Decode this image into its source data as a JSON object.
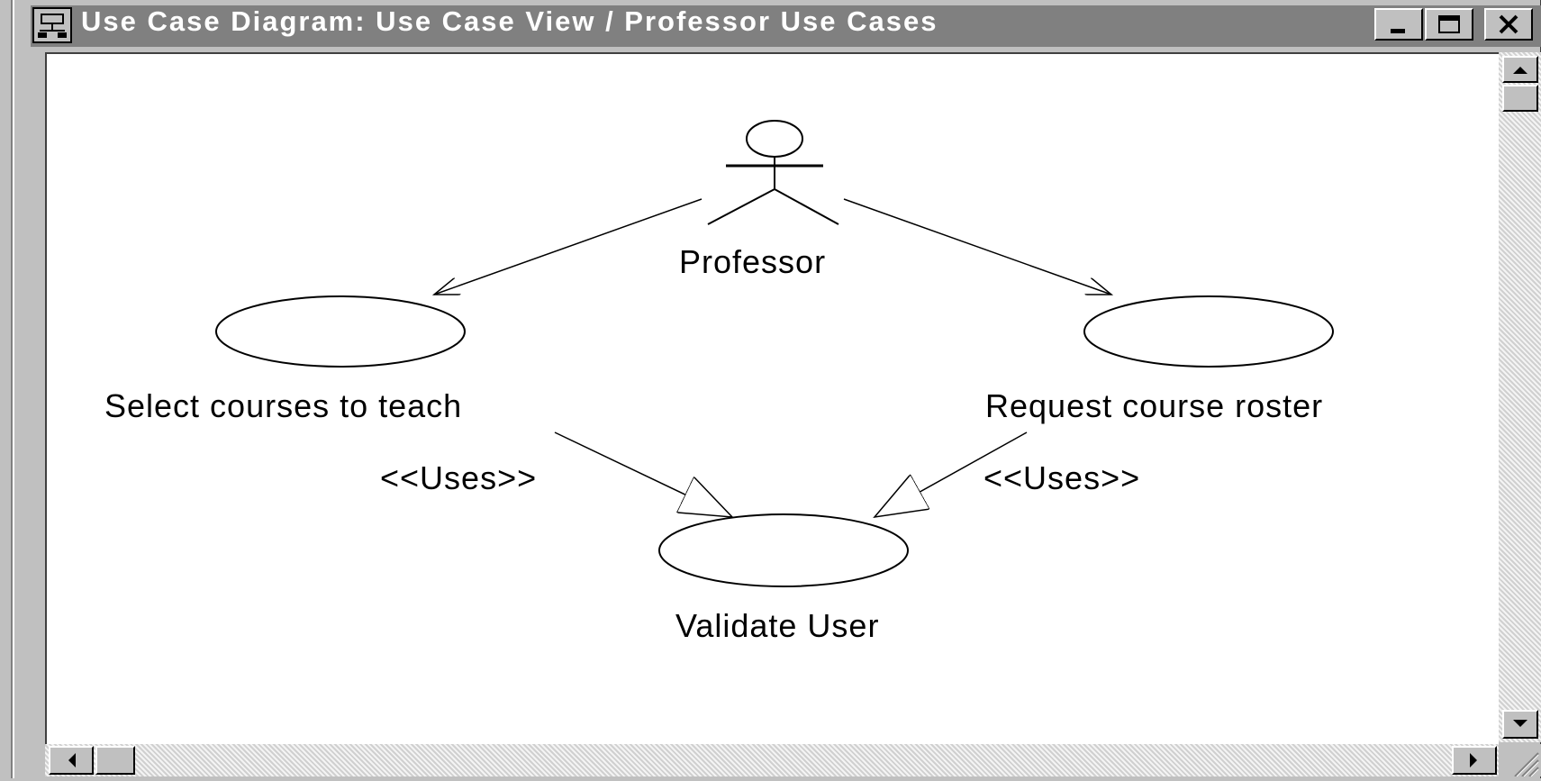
{
  "window": {
    "title": "Use Case Diagram: Use Case View / Professor Use Cases"
  },
  "diagram": {
    "actor": "Professor",
    "use_cases": {
      "select": "Select courses to teach",
      "request": "Request course roster",
      "validate": "Validate User"
    },
    "relations": {
      "left_uses": "<<Uses>>",
      "right_uses": "<<Uses>>"
    }
  },
  "colors": {
    "titlebar": "#808080",
    "canvas": "#ffffff",
    "chrome": "#c0c0c0"
  }
}
